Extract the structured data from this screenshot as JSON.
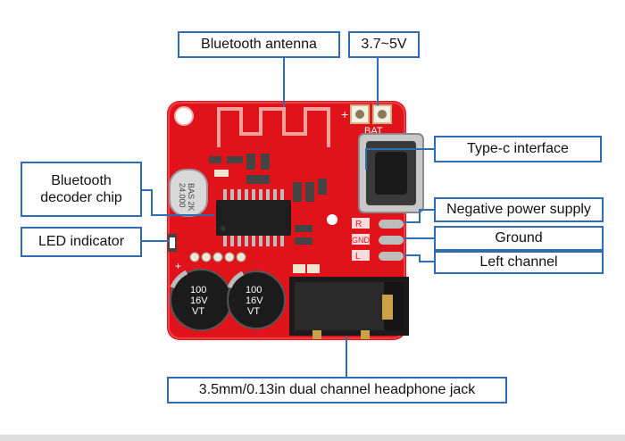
{
  "labels": {
    "bluetooth_antenna": "Bluetooth antenna",
    "voltage": "3.7~5V",
    "type_c": "Type-c interface",
    "decoder_chip": "Bluetooth\ndecoder chip",
    "negative_power": "Negative power supply",
    "led_indicator": "LED indicator",
    "ground": "Ground",
    "left_channel": "Left channel",
    "headphone_jack": "3.5mm/0.13in dual channel headphone jack"
  },
  "board_markings": {
    "bat": "BAT",
    "crystal_line1": "24.000",
    "crystal_line2": "BAS 2K",
    "cap_left": [
      "100",
      "16V",
      "VT"
    ],
    "cap_right": [
      "100",
      "16V",
      "VT"
    ],
    "pin_r": "R",
    "pin_gnd": "GND",
    "pin_l": "L",
    "plus": "+"
  },
  "colors": {
    "board": "#e0121a",
    "callout_border": "#2e6db3",
    "leader": "#2e6db3"
  }
}
